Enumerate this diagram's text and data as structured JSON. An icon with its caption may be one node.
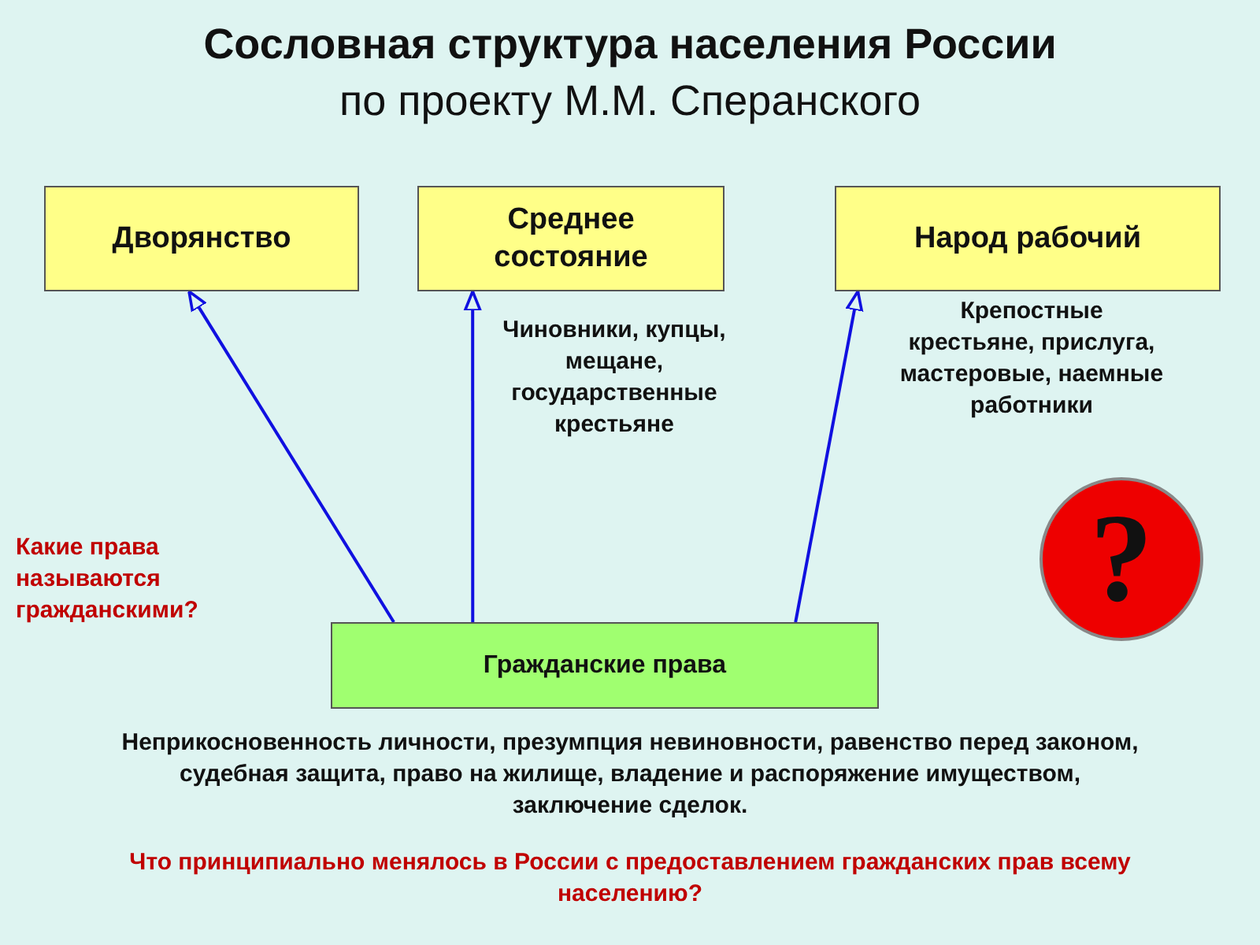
{
  "diagram": {
    "title": "**Сословная структура населения России** по проекту  М.М. Сперанского",
    "nodes": [
      {
        "text": [
          "Дворянство"
        ]
      },
      {
        "text": [
          "Среднее состояние"
        ],
        "beside": [
          "Чиновники, купцы,  мещане, государственные крестьяне"
        ]
      },
      {
        "text": [
          "Народ рабочий"
        ],
        "beside": [
          "Крепостные крестьяне, прислуга, мастеровые, наемные работники"
        ]
      },
      {
        "text": [
          "Гражданские права"
        ],
        "beside": [
          "Неприкосновенность личности, презумпция невиновности, равенство перед законом, судебная  защита, право на жилище, владение и распоряжение имуществом,  заключение сделок."
        ]
      },
      {
        "text": [
          "?"
        ]
      }
    ],
    "edges": [
      {
        "from": 3,
        "to": 0,
        "arrow": "to"
      },
      {
        "from": 3,
        "to": 1,
        "arrow": "to"
      },
      {
        "from": 3,
        "to": 2,
        "arrow": "to"
      }
    ],
    "labels": [
      "Какие права называются гражданскими?",
      "Что принципиально менялось в России с предоставлением гражданских прав всему населению?"
    ]
  }
}
